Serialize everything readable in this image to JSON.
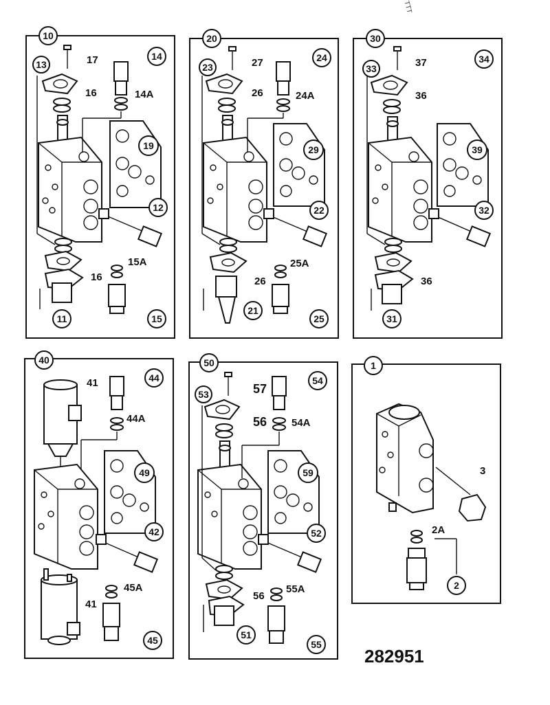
{
  "drawing_number": "282951",
  "corner_stamp": "TTT",
  "panels": [
    {
      "id": "panel-10",
      "number": "10",
      "labels": [
        "13",
        "17",
        "14",
        "16",
        "14A",
        "19",
        "12",
        "16",
        "15A",
        "11",
        "15"
      ]
    },
    {
      "id": "panel-20",
      "number": "20",
      "labels": [
        "23",
        "27",
        "24",
        "26",
        "24A",
        "29",
        "22",
        "26",
        "25A",
        "21",
        "25"
      ]
    },
    {
      "id": "panel-30",
      "number": "30",
      "labels": [
        "33",
        "37",
        "34",
        "36",
        "39",
        "32",
        "36",
        "31"
      ]
    },
    {
      "id": "panel-40",
      "number": "40",
      "labels": [
        "41",
        "44",
        "44A",
        "49",
        "42",
        "45A",
        "41",
        "45"
      ]
    },
    {
      "id": "panel-50",
      "number": "50",
      "labels": [
        "53",
        "57",
        "54",
        "56",
        "54A",
        "59",
        "52",
        "56",
        "55A",
        "51",
        "55"
      ]
    },
    {
      "id": "panel-1",
      "number": "1",
      "labels": [
        "3",
        "2A",
        "2"
      ]
    }
  ]
}
